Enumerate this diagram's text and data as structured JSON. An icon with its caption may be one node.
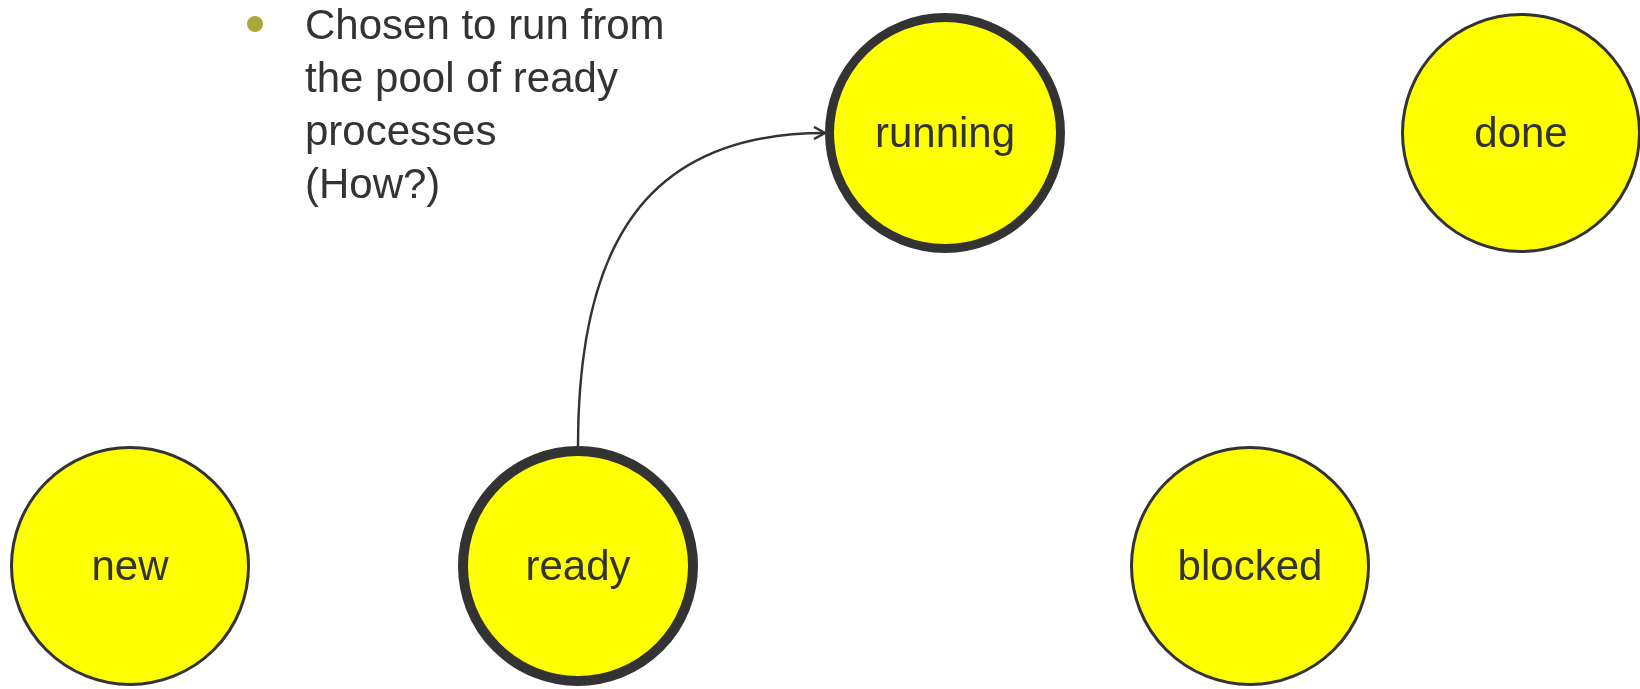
{
  "diagram": {
    "nodes": [
      {
        "text": [
          "new"
        ]
      },
      {
        "text": [
          "ready"
        ]
      },
      {
        "text": [
          "running"
        ]
      },
      {
        "text": [
          "done"
        ]
      },
      {
        "text": [
          "blocked"
        ]
      }
    ],
    "edges": [
      {
        "from": 1,
        "to": 2,
        "arrow": "to"
      }
    ],
    "labels": [
      "Chosen to run from the pool of ready processes",
      "(How?)"
    ]
  }
}
